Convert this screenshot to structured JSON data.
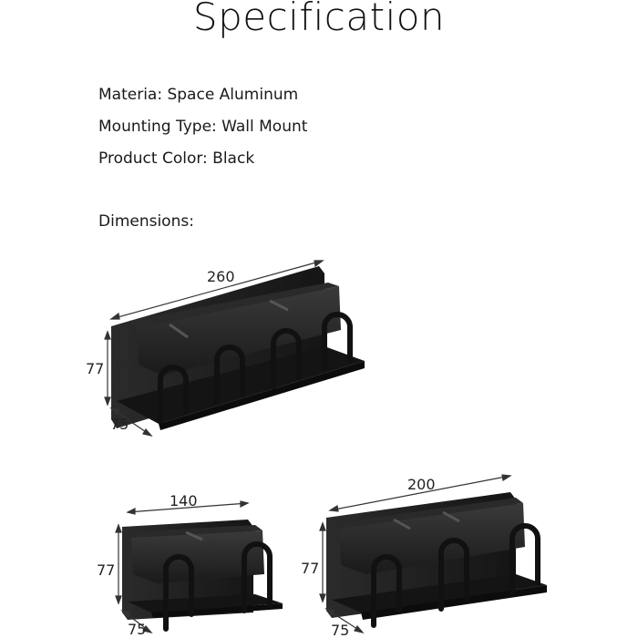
{
  "title": "Specification",
  "specs": [
    "Materia: Space Aluminum",
    "Mounting Type: Wall Mount",
    "Product Color: Black"
  ],
  "dimensions_label": "Dimensions:",
  "products": [
    {
      "width": "260",
      "height": "77",
      "depth": "75"
    },
    {
      "width": "140",
      "height": "77",
      "depth": "75"
    },
    {
      "width": "200",
      "height": "77",
      "depth": "75"
    }
  ],
  "colors": {
    "product": "#1e1e1e",
    "dimension_line": "#333333"
  }
}
